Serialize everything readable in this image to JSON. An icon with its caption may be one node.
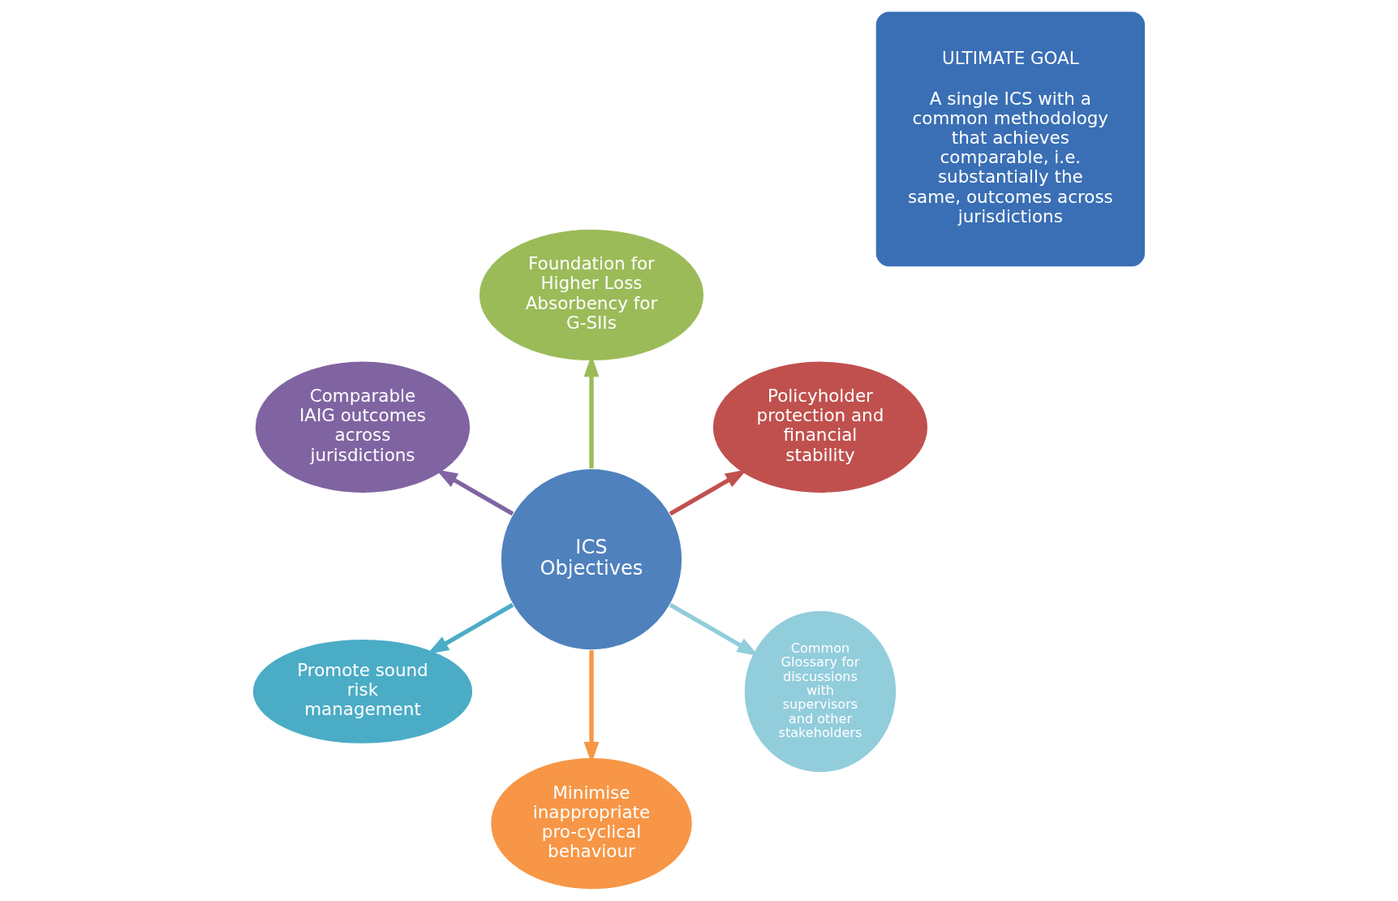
{
  "diagram": {
    "nodes": [
      {
        "text": [
          "ICS Objectives"
        ]
      },
      {
        "text": [
          "Policyholder protection and financial stability"
        ]
      },
      {
        "text": [
          "Foundation for Higher Loss Absorbency for G-SIIs"
        ]
      },
      {
        "text": [
          "Comparable IAIG outcomes across jurisdictions"
        ]
      },
      {
        "text": [
          "Promote sound risk management"
        ]
      },
      {
        "text": [
          "Minimise inappropriate pro-cyclical behaviour"
        ]
      },
      {
        "text": [
          "Common Glossary for discussions with supervisors and other stakeholders"
        ]
      },
      {
        "text": [
          "ULTIMATE GOAL",
          "A single ICS with a common methodology that achieves comparable, i.e. substantially the same, outcomes across jurisdictions"
        ]
      }
    ],
    "edges": [
      {
        "from": 0,
        "to": 1,
        "arrow": "to",
        "color": "#c0504d"
      },
      {
        "from": 0,
        "to": 2,
        "arrow": "to",
        "color": "#9bbb59"
      },
      {
        "from": 0,
        "to": 3,
        "arrow": "to",
        "color": "#8064a2"
      },
      {
        "from": 0,
        "to": 4,
        "arrow": "to",
        "color": "#4bacc6"
      },
      {
        "from": 0,
        "to": 5,
        "arrow": "to",
        "color": "#f79646"
      },
      {
        "from": 0,
        "to": 6,
        "arrow": "to",
        "color": "#92cddc"
      }
    ]
  }
}
